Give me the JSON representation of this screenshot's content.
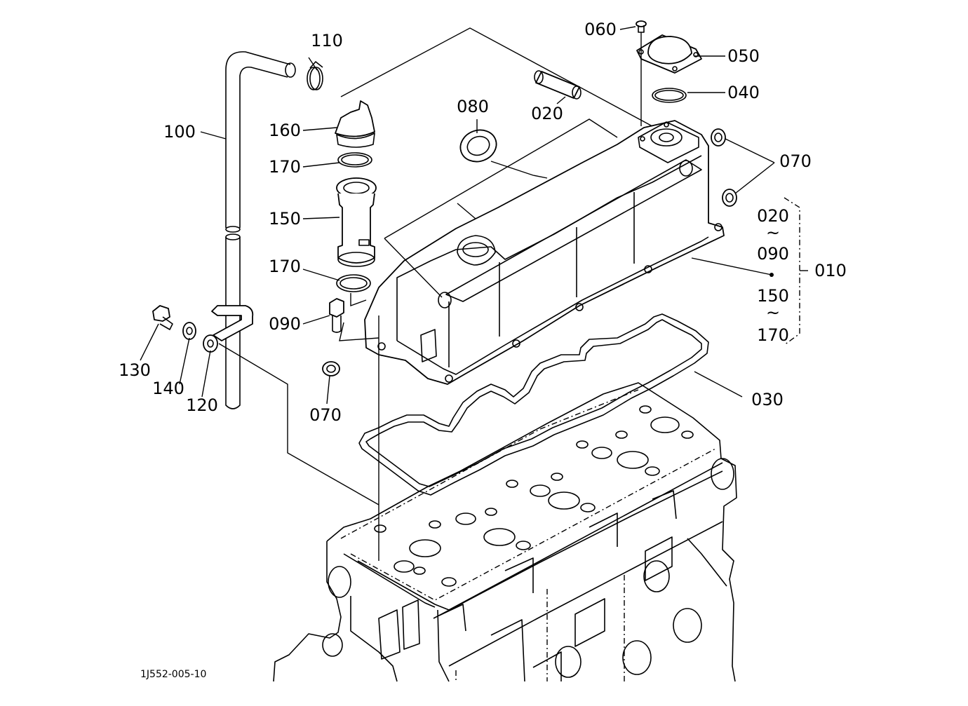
{
  "callouts": {
    "c110": "110",
    "c060": "060",
    "c050": "050",
    "c040": "040",
    "c080": "080",
    "c020": "020",
    "c100": "100",
    "c160": "160",
    "c170a": "170",
    "c150": "150",
    "c170b": "170",
    "c090": "090",
    "c070a": "070",
    "c070b": "070",
    "c130": "130",
    "c140": "140",
    "c120": "120",
    "c030": "030",
    "c010": "010"
  },
  "bracket": {
    "range1_from": "020",
    "range1_to": "090",
    "range2_from": "150",
    "range2_to": "170",
    "tilde": "~"
  },
  "drawing_code": "1J552-005-10"
}
